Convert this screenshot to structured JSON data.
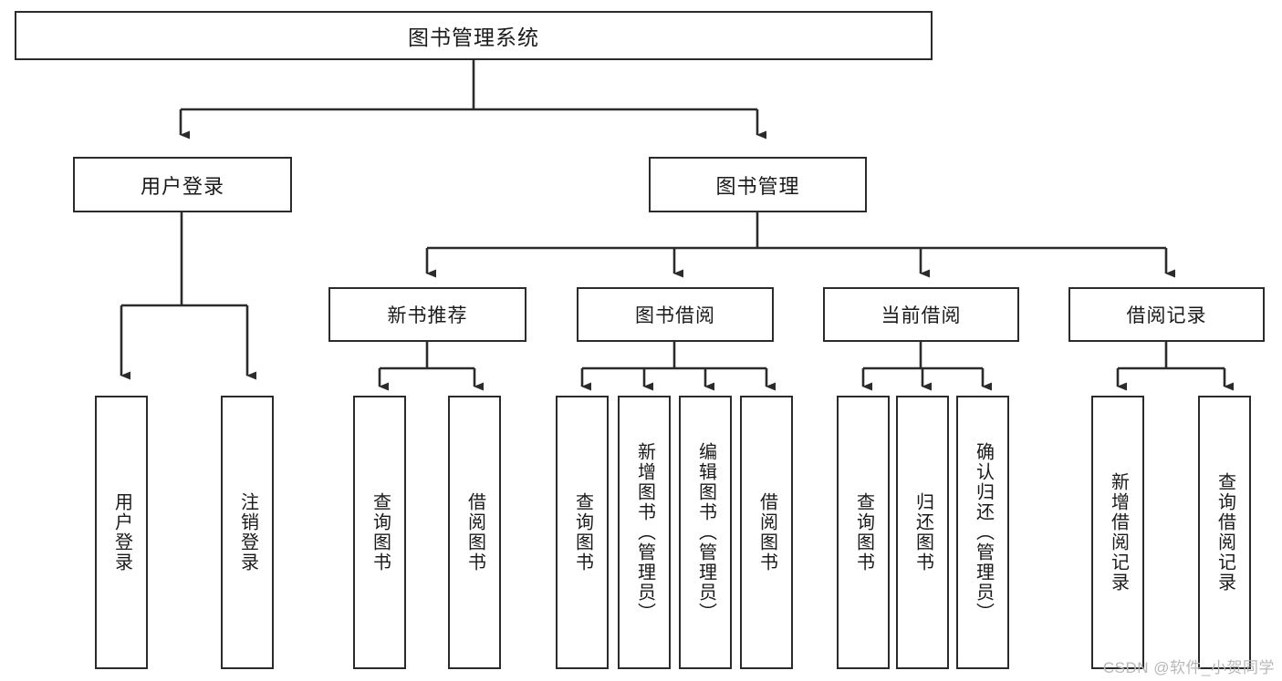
{
  "diagram": {
    "title": "图书管理系统",
    "watermark": "CSDN @软件_小贺同学",
    "colors": {
      "background": "#ffffff",
      "node_fill": "#ffffff",
      "node_stroke": "#2b2b2b",
      "edge_stroke": "#2b2b2b",
      "text": "#1a1a1a",
      "watermark": "#b8b8b8"
    },
    "root": {
      "label": "图书管理系统"
    },
    "level1": [
      {
        "label": "用户登录"
      },
      {
        "label": "图书管理"
      }
    ],
    "level2": [
      {
        "label": "新书推荐"
      },
      {
        "label": "图书借阅"
      },
      {
        "label": "当前借阅"
      },
      {
        "label": "借阅记录"
      }
    ],
    "leaves": {
      "user_login": [
        {
          "label": "用户登录"
        },
        {
          "label": "注销登录"
        }
      ],
      "new_book": [
        {
          "label": "查询图书"
        },
        {
          "label": "借阅图书"
        }
      ],
      "book_borrow": [
        {
          "label": "查询图书"
        },
        {
          "label": "新增图书（管理员）"
        },
        {
          "label": "编辑图书（管理员）"
        },
        {
          "label": "借阅图书"
        }
      ],
      "current_borrow": [
        {
          "label": "查询图书"
        },
        {
          "label": "归还图书"
        },
        {
          "label": "确认归还（管理员）"
        }
      ],
      "borrow_record": [
        {
          "label": "新增借阅记录"
        },
        {
          "label": "查询借阅记录"
        }
      ]
    }
  }
}
